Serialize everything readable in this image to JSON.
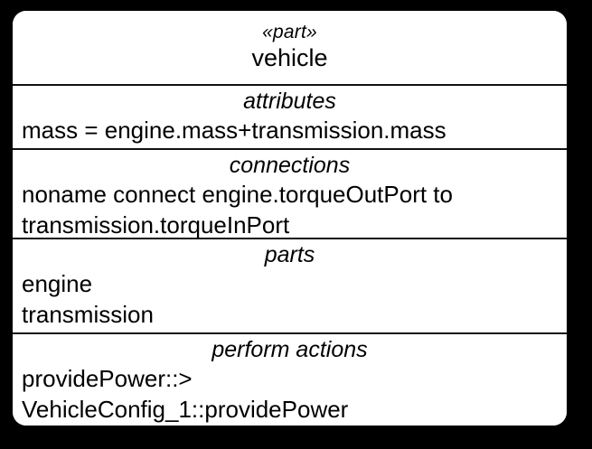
{
  "diagram": {
    "type": "sysml-part-definition",
    "background_color": "#000000",
    "box_fill_color": "#ffffff",
    "line_color": "#111111"
  },
  "part": {
    "stereotype": "«part»",
    "name": "vehicle"
  },
  "compartments": [
    {
      "id": "attributes",
      "title": "attributes",
      "lines": [
        "mass = engine.mass+transmission.mass"
      ]
    },
    {
      "id": "connections",
      "title": "connections",
      "lines": [
        "noname connect engine.torqueOutPort to",
        "transmission.torqueInPort"
      ]
    },
    {
      "id": "parts",
      "title": "parts",
      "lines": [
        "engine",
        "transmission"
      ]
    },
    {
      "id": "perform-actions",
      "title": "perform actions",
      "lines": [
        "providePower::>",
        "VehicleConfig_1::providePower"
      ]
    }
  ]
}
